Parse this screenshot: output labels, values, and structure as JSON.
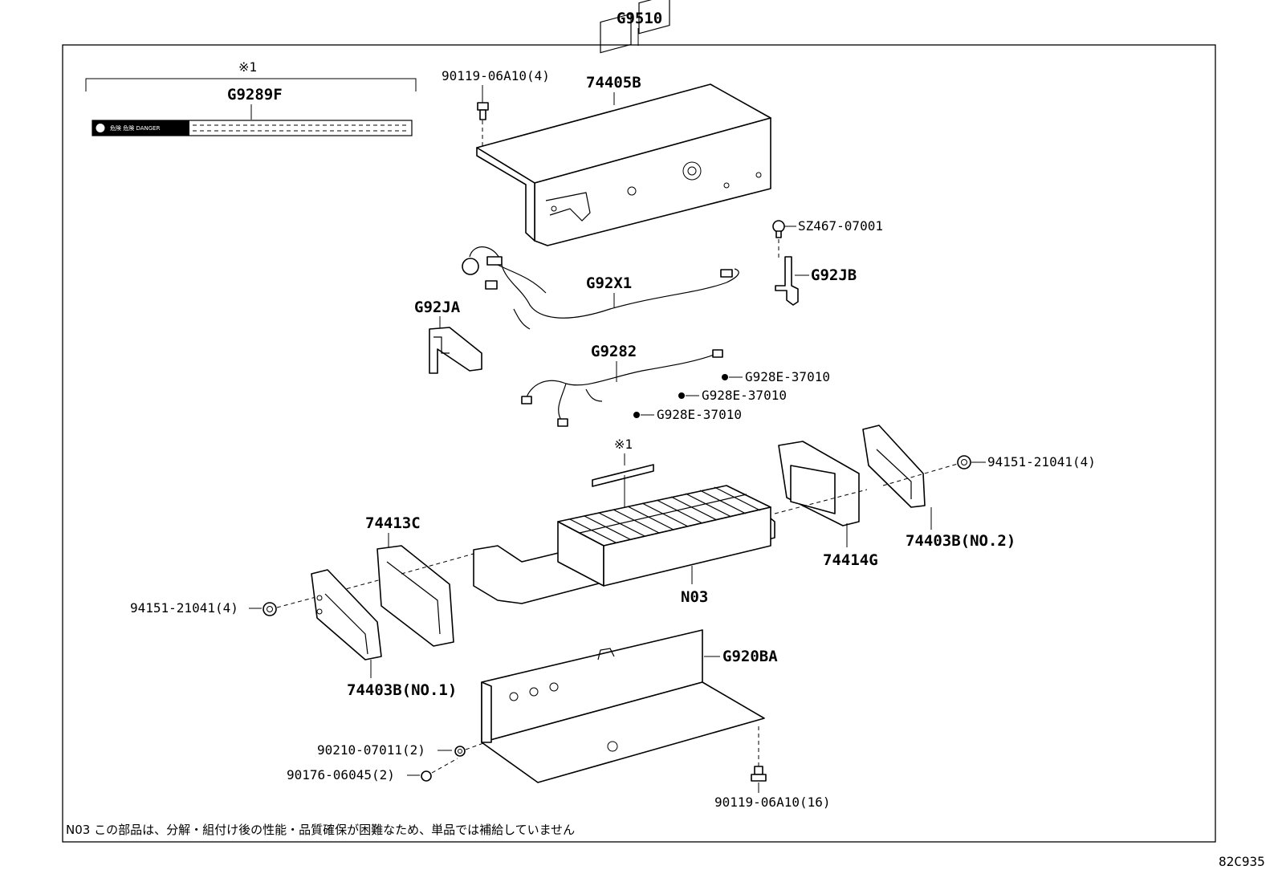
{
  "assembly_number": "G9510",
  "figure_code": "82C935",
  "footnote": "N03 この部品は、分解・組付け後の性能・品質確保が困難なため、単品では補給していません",
  "label_kit": {
    "marker": "※1",
    "part_number": "G9289F",
    "label_text": "危険 危険 DANGER"
  },
  "battery_marker": "※1",
  "labels": {
    "bolt_top": "90119-06A10(4)",
    "cover_top": "74405B",
    "clip_right": "SZ467-07001",
    "bracket_g92jb": "G92JB",
    "wire_g92x1": "G92X1",
    "bracket_g92ja": "G92JA",
    "wire_g9282": "G9282",
    "sensor_1": "G928E-37010",
    "sensor_2": "G928E-37010",
    "sensor_3": "G928E-37010",
    "nut_right": "94151-21041(4)",
    "bracket_no2": "74403B(NO.2)",
    "cover_74414g": "74414G",
    "cover_74413c": "74413C",
    "battery_n03": "N03",
    "nut_left": "94151-21041(4)",
    "bracket_no1": "74403B(NO.1)",
    "tray_g920ba": "G920BA",
    "washer": "90210-07011(2)",
    "screw": "90176-06045(2)",
    "bolt_bottom": "90119-06A10(16)"
  }
}
